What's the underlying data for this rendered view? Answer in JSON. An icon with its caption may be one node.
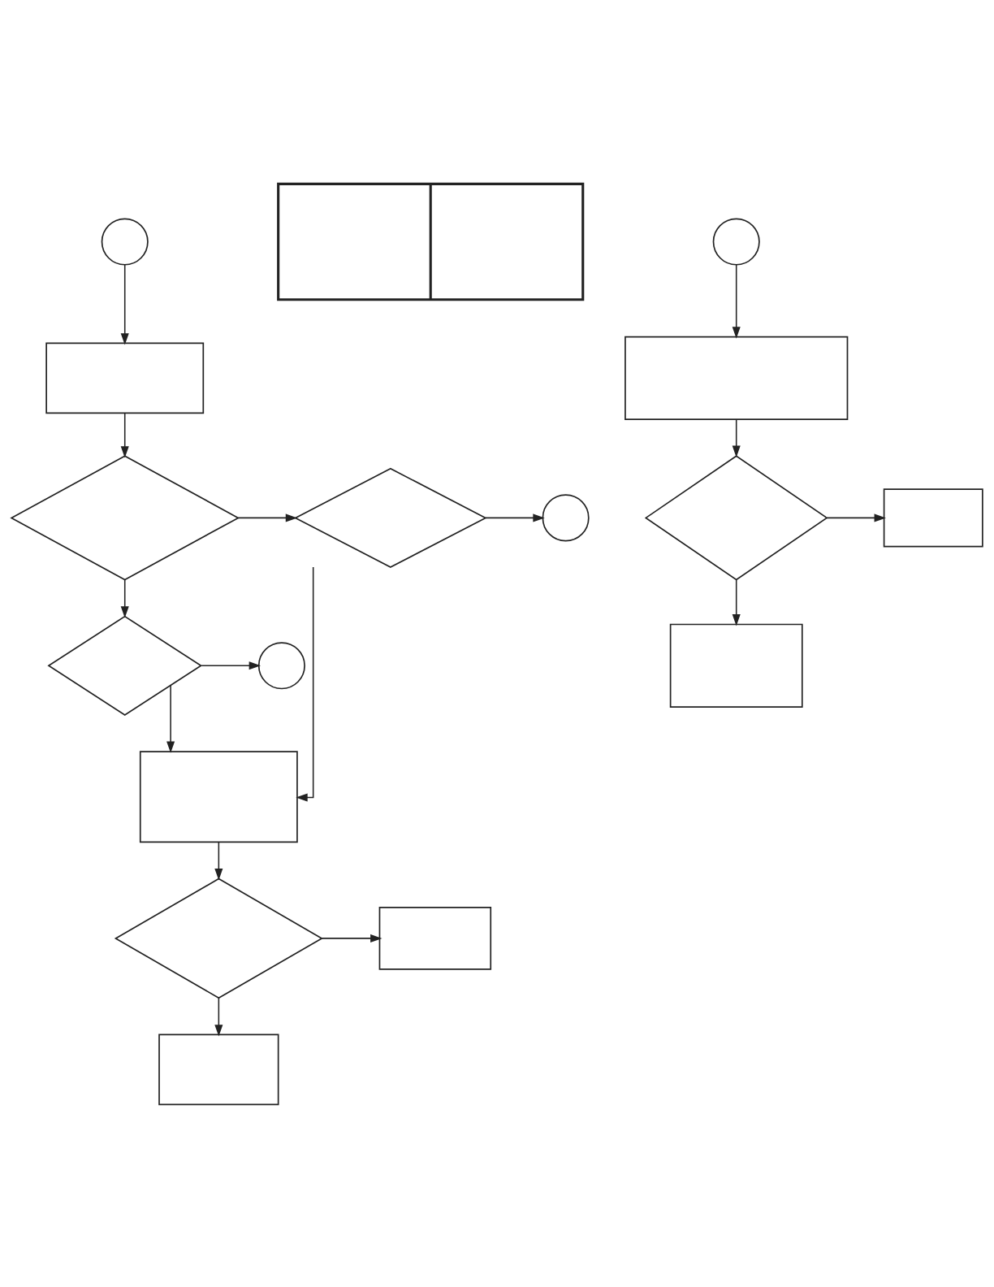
{
  "diagram": {
    "nodes": [
      {
        "text": [],
        "shape": "circle"
      },
      {
        "text": [],
        "shape": "box"
      },
      {
        "text": [],
        "shape": "diamond"
      },
      {
        "text": [],
        "shape": "diamond"
      },
      {
        "text": [],
        "shape": "circle"
      },
      {
        "text": [],
        "shape": "diamond"
      },
      {
        "text": [],
        "shape": "circle"
      },
      {
        "text": [],
        "shape": "box"
      },
      {
        "text": [],
        "shape": "diamond"
      },
      {
        "text": [],
        "shape": "box"
      },
      {
        "text": [],
        "shape": "box"
      },
      {
        "text": [],
        "shape": "table"
      },
      {
        "text": [],
        "shape": "circle"
      },
      {
        "text": [],
        "shape": "box"
      },
      {
        "text": [],
        "shape": "diamond"
      },
      {
        "text": [],
        "shape": "box"
      },
      {
        "text": [],
        "shape": "box"
      }
    ],
    "edges": [
      {
        "from": 0,
        "to": 1,
        "arrow": "to"
      },
      {
        "from": 1,
        "to": 2,
        "arrow": "to"
      },
      {
        "from": 2,
        "to": 3,
        "arrow": "to"
      },
      {
        "from": 3,
        "to": 4,
        "arrow": "to"
      },
      {
        "from": 2,
        "to": 5,
        "arrow": "to"
      },
      {
        "from": 5,
        "to": 6,
        "arrow": "to"
      },
      {
        "from": 5,
        "to": 7,
        "arrow": "to"
      },
      {
        "from": 3,
        "to": 7,
        "arrow": "to"
      },
      {
        "from": 7,
        "to": 8,
        "arrow": "to"
      },
      {
        "from": 8,
        "to": 9,
        "arrow": "to"
      },
      {
        "from": 8,
        "to": 10,
        "arrow": "to"
      },
      {
        "from": 12,
        "to": 13,
        "arrow": "to"
      },
      {
        "from": 13,
        "to": 14,
        "arrow": "to"
      },
      {
        "from": 14,
        "to": 15,
        "arrow": "to"
      },
      {
        "from": 14,
        "to": 16,
        "arrow": "to"
      }
    ]
  }
}
